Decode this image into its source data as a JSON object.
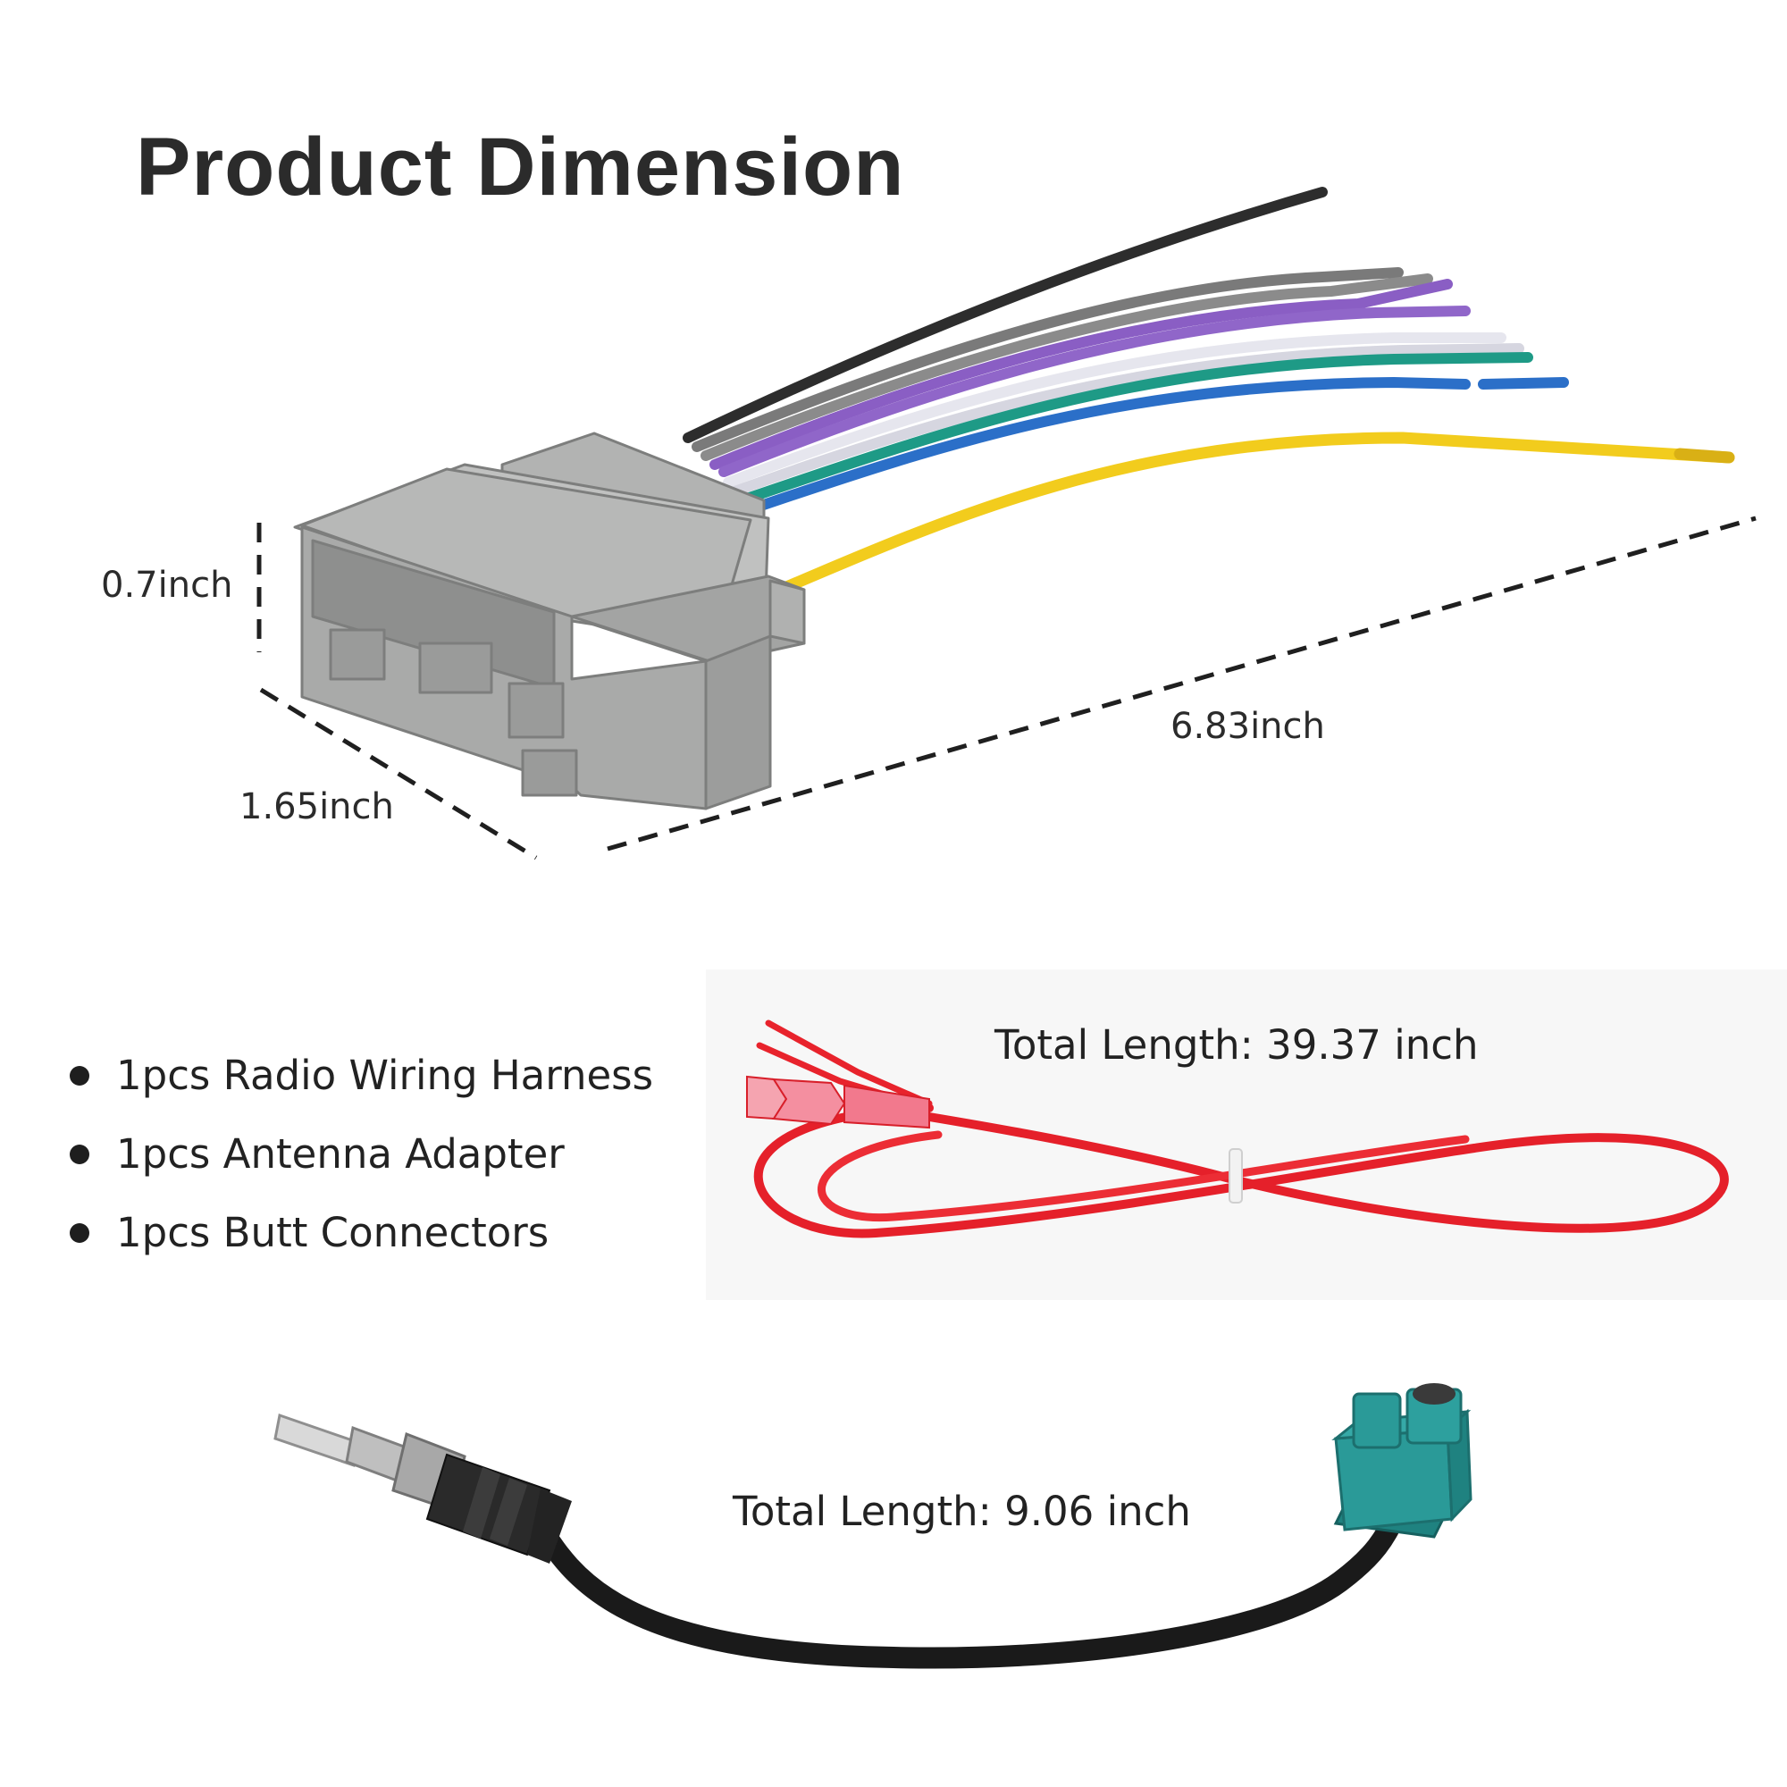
{
  "page": {
    "title": "Product Dimension"
  },
  "dimensions": {
    "height_label": "0.7inch",
    "width_label": "1.65inch",
    "length_label": "6.83inch"
  },
  "package_contents": [
    "1pcs Radio Wiring Harness",
    "1pcs Antenna Adapter",
    "1pcs Butt Connectors"
  ],
  "red_wire": {
    "length_label": "Total Length: 39.37 inch"
  },
  "antenna_adapter": {
    "length_label": "Total Length: 9.06 inch"
  },
  "colors": {
    "connector_gray": "#a9aaa9",
    "wire_red": "#e8232c",
    "fakra_teal": "#2a9a98",
    "wire_yellow": "#f2cc1d"
  }
}
